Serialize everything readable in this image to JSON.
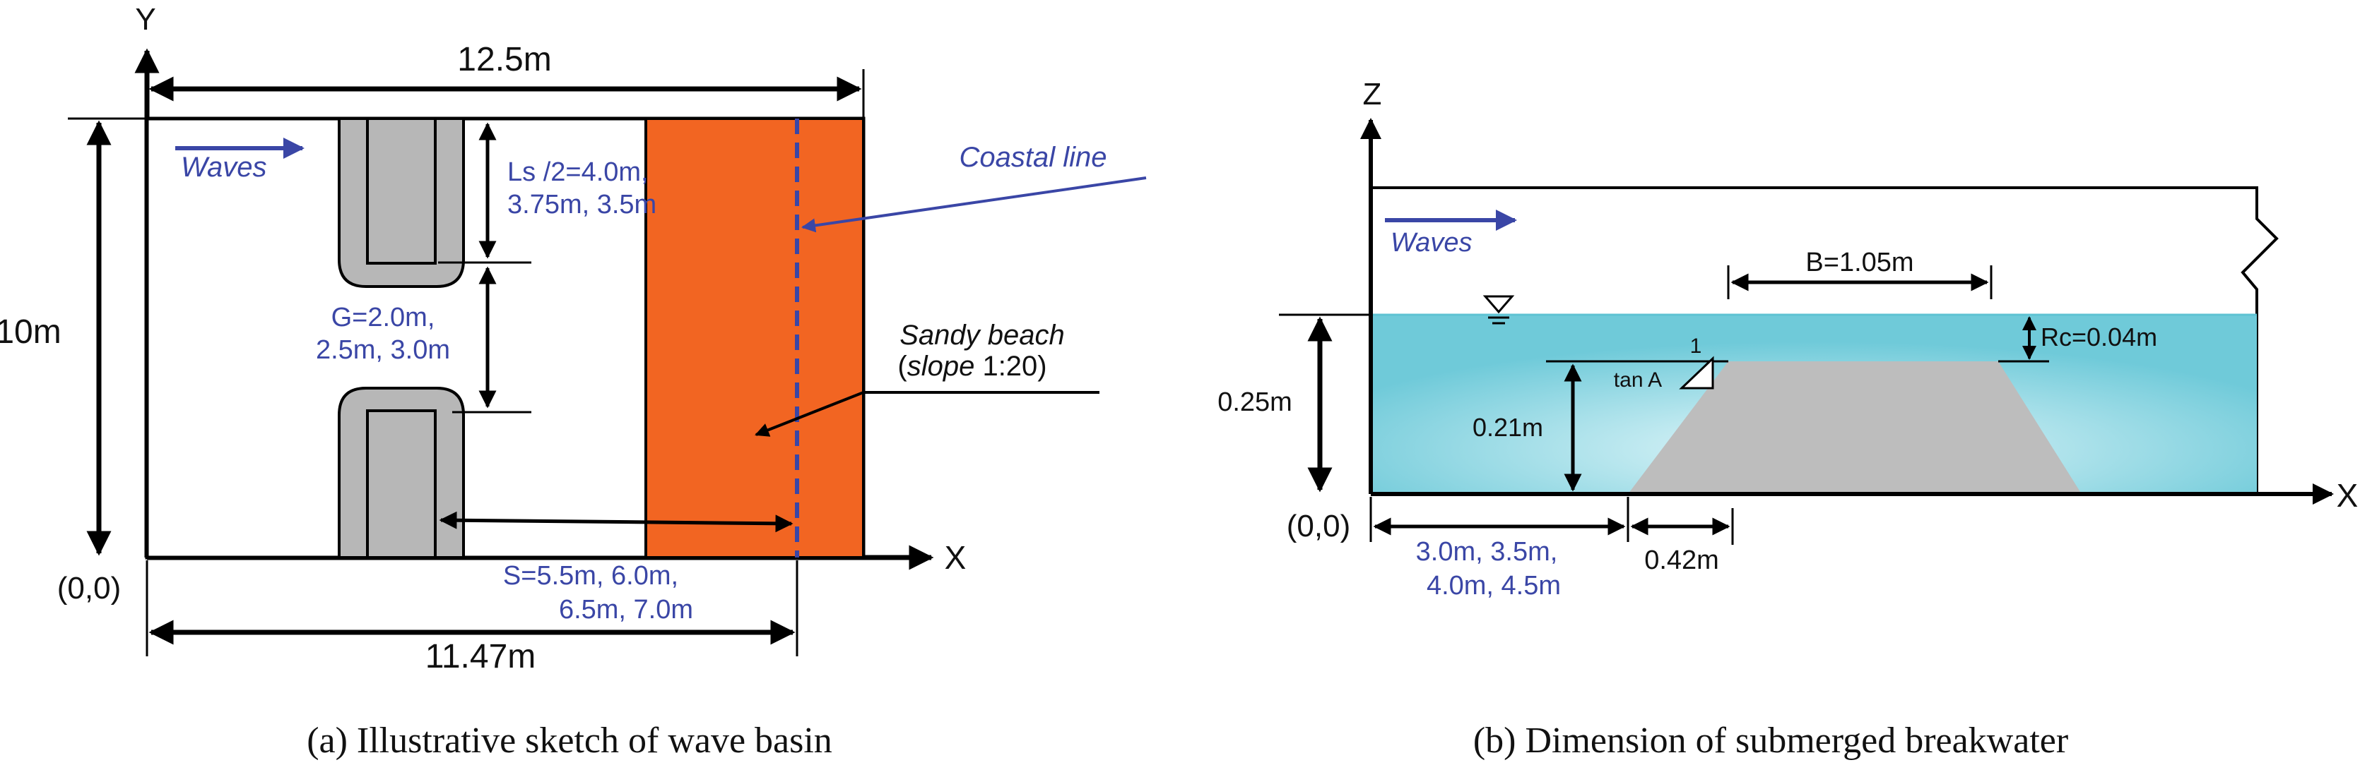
{
  "panel_a": {
    "axis_y": "Y",
    "axis_x": "X",
    "origin": "(0,0)",
    "width_top": "12.5m",
    "height_left": "10m",
    "waves": "Waves",
    "coastal_line": "Coastal line",
    "ls_line1": "Ls /2=4.0m,",
    "ls_line2": "3.75m, 3.5m",
    "g_line1": "G=2.0m,",
    "g_line2": "2.5m, 3.0m",
    "beach_line1": "Sandy beach",
    "beach_open": "(",
    "beach_slope_word": "slope",
    "beach_ratio": " 1:20)",
    "s_line1": "S=5.5m, 6.0m,",
    "s_line2": "6.5m, 7.0m",
    "width_bottom": "11.47m",
    "caption": "(a) Illustrative sketch of wave basin"
  },
  "panel_b": {
    "axis_z": "Z",
    "axis_x": "X",
    "origin": "(0,0)",
    "waves": "Waves",
    "crest_width": "B=1.05m",
    "freeboard": "Rc=0.04m",
    "water_depth": "0.25m",
    "structure_height": "0.21m",
    "slope_one": "1",
    "slope_tan": "tan A",
    "distance_line1": "3.0m, 3.5m,",
    "distance_line2": "4.0m, 4.5m",
    "toe_width": "0.42m",
    "caption": "(b) Dimension of submerged breakwater"
  },
  "colors": {
    "sand": "#f26522",
    "water": "#7fd3e1",
    "structure": "#bdbdbd",
    "label_blue": "#3a46a6"
  }
}
